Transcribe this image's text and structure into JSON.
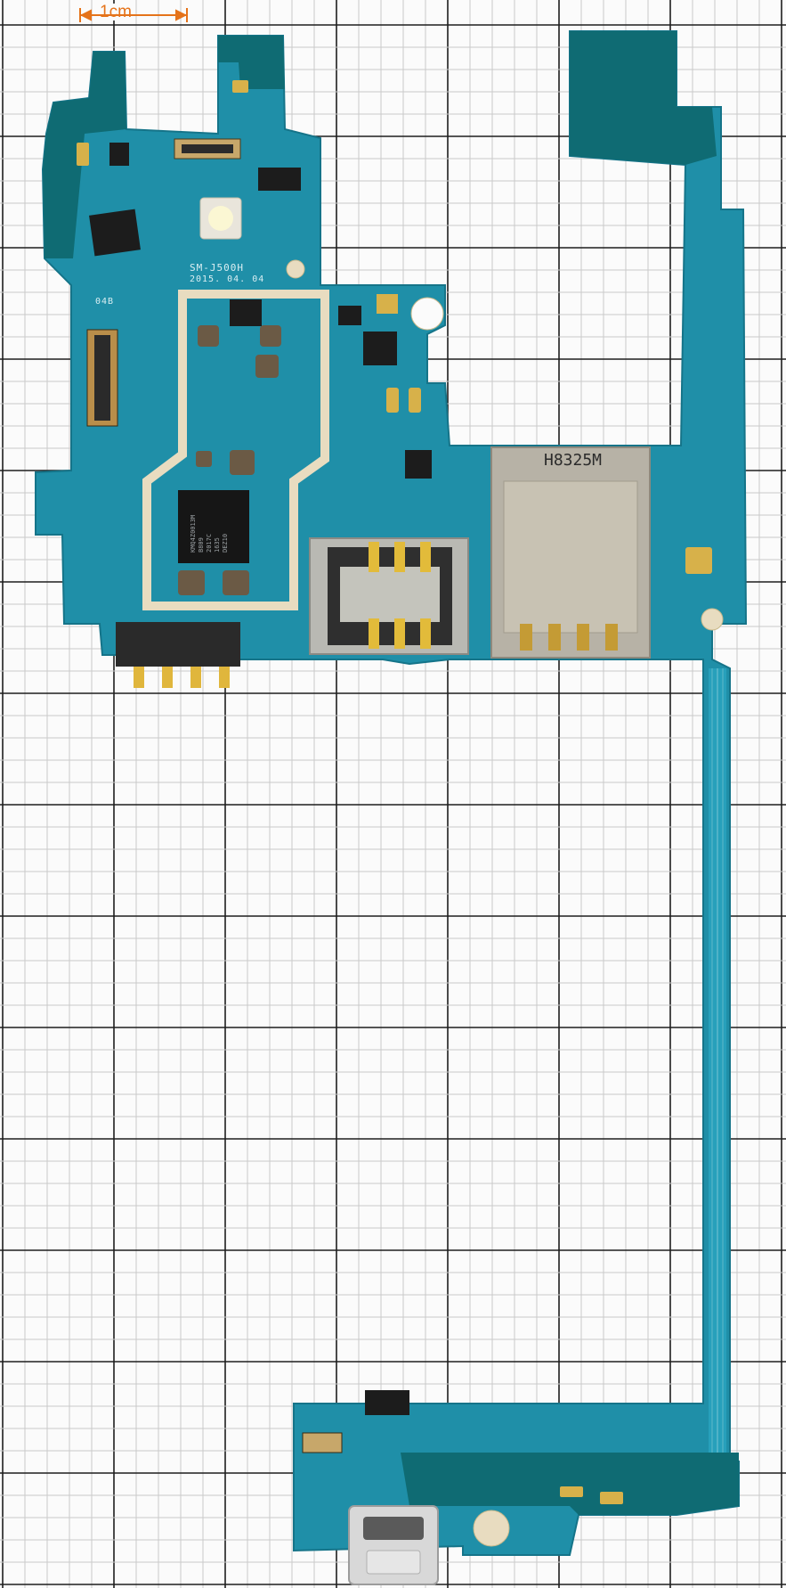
{
  "photo": {
    "scale_bar_label": "1cm",
    "scale_bar_color": "#e5731a",
    "grid": {
      "minor_color": "#c9c9c9",
      "major_color": "#1e1e1e",
      "background": "#fbfbfb"
    }
  },
  "board": {
    "color": "#1f8fa8",
    "model_label": "SM-J500H",
    "date_label": "2015. 04. 04",
    "connector_code": "04B",
    "memory_chip_text": "KMQ4Z0013M\nB809\n2017C\n1635\nDEZ10",
    "sd_tray_code": "H8325M"
  }
}
